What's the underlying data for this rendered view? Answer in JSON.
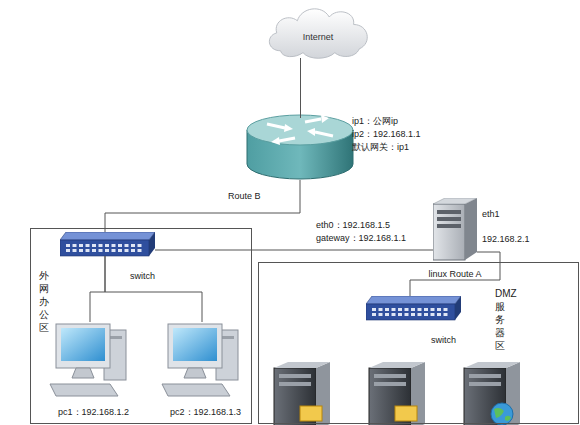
{
  "diagram": {
    "nodes": [
      {
        "text": [
          "Internet"
        ]
      },
      {
        "text": [
          "Route B"
        ]
      },
      {
        "text": [
          "外 网 办 公 区"
        ]
      },
      {
        "text": [
          "switch"
        ],
        "in": 2
      },
      {
        "text": [
          "pc1：192.168.1.2"
        ],
        "in": 2
      },
      {
        "text": [
          "pc2：192.168.1.3"
        ],
        "in": 2
      },
      {
        "text": [
          "linux Route A"
        ]
      },
      {
        "text": [
          "DMZ 服 务 器 区"
        ]
      },
      {
        "text": [
          "switch"
        ],
        "in": 7
      }
    ],
    "edges": [
      {
        "from": 0,
        "to": 1,
        "arrow": "none"
      },
      {
        "from": 1,
        "to": 3,
        "arrow": "none"
      },
      {
        "from": 3,
        "to": 6,
        "arrow": "none"
      },
      {
        "from": 3,
        "to": 4,
        "arrow": "none"
      },
      {
        "from": 3,
        "to": 5,
        "arrow": "none"
      },
      {
        "from": 6,
        "to": 8,
        "arrow": "none"
      }
    ],
    "labels": [
      "ip1：公网ip",
      "ip2：192.168.1.1",
      "默认网关：ip1",
      "eth0：192.168.1.5",
      "gateway：192.168.1.1",
      "eth1",
      "192.168.2.1"
    ]
  }
}
